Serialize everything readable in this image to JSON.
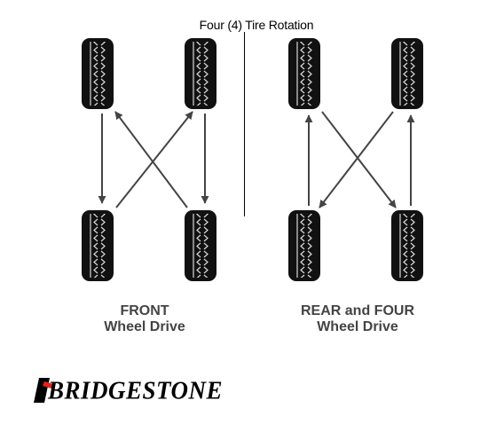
{
  "title": "Four (4) Tire Rotation",
  "diagrams": [
    {
      "caption_line1": "FRONT",
      "caption_line2": "Wheel Drive"
    },
    {
      "caption_line1": "REAR and FOUR",
      "caption_line2": "Wheel Drive"
    }
  ],
  "brand": {
    "name": "BRIDGESTONE",
    "accent_color": "#e2231a"
  },
  "colors": {
    "tire": "#111111",
    "tread": "#d8d8d8",
    "arrow": "#444444"
  }
}
